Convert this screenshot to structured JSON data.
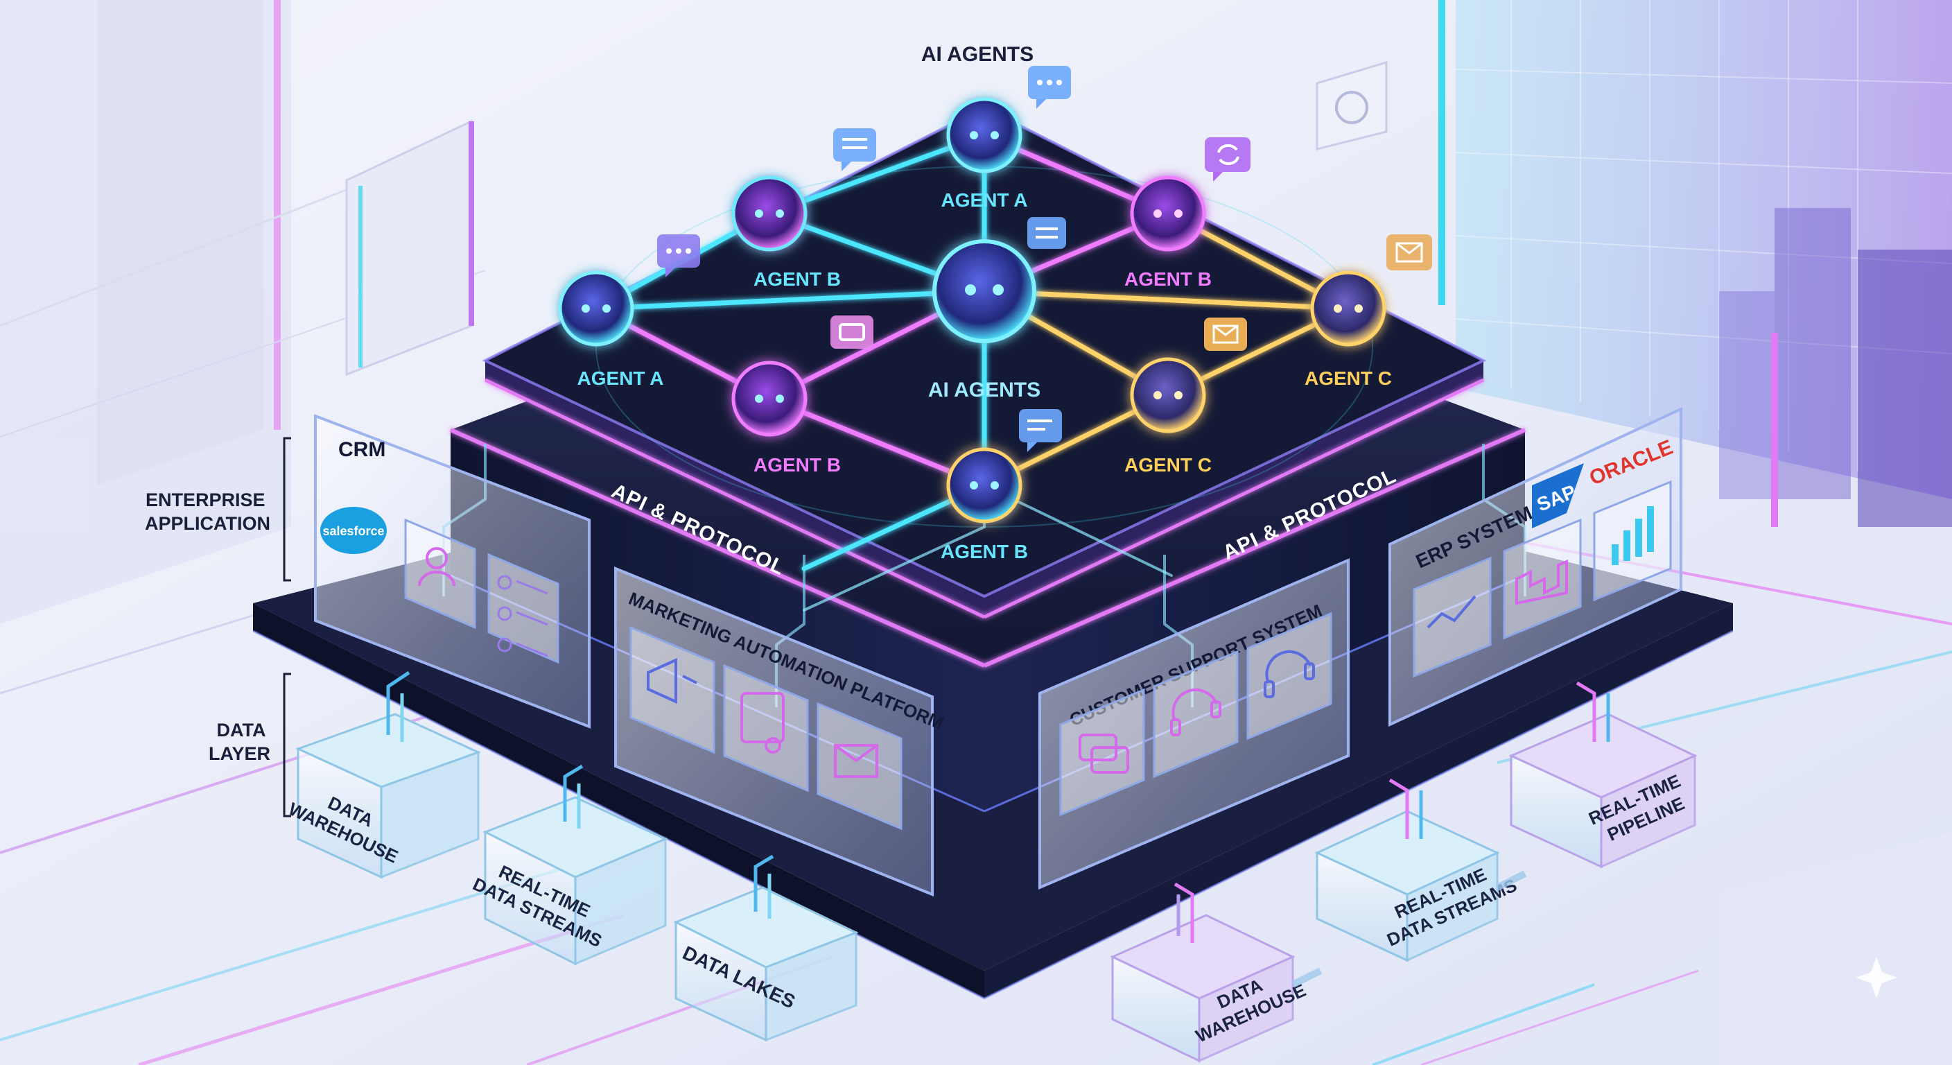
{
  "title": "AI AGENTS",
  "colors": {
    "cyan": "#34e0ff",
    "magenta": "#e05cff",
    "gold": "#ffc94a",
    "platform_dark": "#141933",
    "label_dark": "#1a1f3a"
  },
  "layers": {
    "enterprise": "ENTERPRISE\nAPPLICATION",
    "data": "DATA\nLAYER"
  },
  "agents": {
    "top": "AGENT A",
    "upper_left": "AGENT B",
    "upper_right": "AGENT B",
    "left": "AGENT A",
    "center": "AI AGENTS",
    "right": "AGENT C",
    "lower_left": "AGENT B",
    "lower_right": "AGENT C",
    "bottom": "AGENT B"
  },
  "api_labels": {
    "left": "API & PROTOCOL",
    "right": "API & PROTOCOL"
  },
  "panels": {
    "crm": {
      "title": "CRM",
      "brand": "salesforce",
      "icons": [
        "users-icon",
        "contact-card-icon",
        "group-icon",
        "user-icon"
      ]
    },
    "marketing": {
      "title": "MARKETING AUTOMATION PLATFORM",
      "icons": [
        "megaphone-icon",
        "email-template-icon",
        "envelope-icon"
      ]
    },
    "support": {
      "title": "CUSTOMER SUPPORT SYSTEM",
      "icons": [
        "chat-bubbles-icon",
        "headset-icon",
        "headset-icon"
      ]
    },
    "erp": {
      "title": "ERP SYSTEM",
      "brands": [
        "SAP",
        "ORACLE"
      ],
      "icons": [
        "line-chart-icon",
        "factory-icon",
        "bar-chart-icon"
      ]
    }
  },
  "data_boxes": {
    "warehouse_left": "DATA\nWAREHOUSE",
    "streams_left": "REAL-TIME\nDATA STREAMS",
    "lakes": "DATA LAKES",
    "warehouse_right": "DATA\nWAREHOUSE",
    "streams_right": "REAL-TIME\nDATA STREAMS",
    "pipeline": "REAL-TIME\nPIPELINE"
  },
  "bubbles": [
    "chat-dots-icon",
    "message-lines-icon",
    "sync-icon",
    "message-lines-icon",
    "chat-dots-icon",
    "chat-text-icon",
    "envelope-icon",
    "envelope-icon",
    "message-lines-icon"
  ]
}
